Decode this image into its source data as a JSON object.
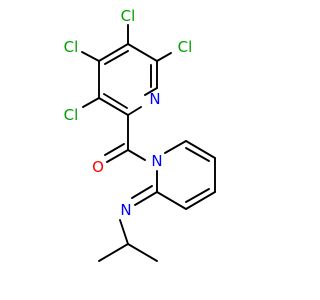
{
  "molecule": {
    "atoms": {
      "cl_top": {
        "text": "Cl",
        "color": "#00a000"
      },
      "cl_upper_left": {
        "text": "Cl",
        "color": "#00a000"
      },
      "cl_right": {
        "text": "Cl",
        "color": "#00a000"
      },
      "cl_lower_left": {
        "text": "Cl",
        "color": "#00a000"
      },
      "n_pyridine": {
        "text": "N",
        "color": "#0000ff"
      },
      "o_carbonyl": {
        "text": "O",
        "color": "#ff0000"
      },
      "n_ring": {
        "text": "N",
        "color": "#0000ff"
      },
      "n_imine": {
        "text": "N",
        "color": "#0000ff"
      }
    },
    "bond_color": "#000000"
  }
}
